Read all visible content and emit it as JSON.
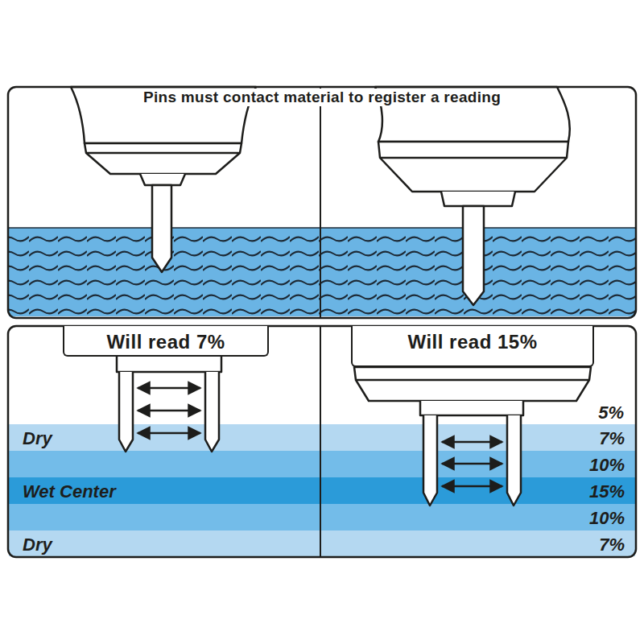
{
  "diagram": {
    "title": "Pins must contact material to register a reading",
    "nodes": [
      {
        "text": [
          "Will read 7%"
        ]
      },
      {
        "text": [
          "Will read 15%"
        ]
      },
      {
        "text": [
          "Dry"
        ]
      },
      {
        "text": [
          "7%"
        ]
      },
      {
        "text": [
          "10%"
        ]
      },
      {
        "text": [
          "Wet Center"
        ]
      },
      {
        "text": [
          "15%"
        ]
      },
      {
        "text": [
          "10%"
        ]
      },
      {
        "text": [
          "Dry"
        ]
      },
      {
        "text": [
          "7%"
        ]
      }
    ],
    "labels": [
      "5%"
    ]
  }
}
